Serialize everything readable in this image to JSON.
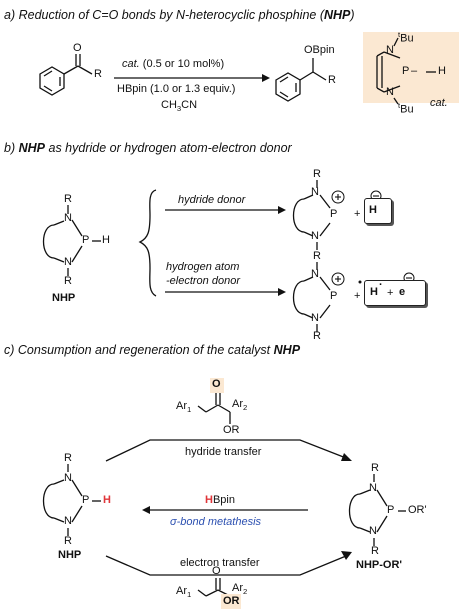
{
  "section_a": {
    "label": "a)",
    "title_pre": "Reduction of C=O bonds by N-heterocyclic phosphine (",
    "title_bold": "NHP",
    "title_post": ")",
    "catalyst_prefix": "cat.",
    "catalyst_loading": "(0.5 or 10 mol%)",
    "reagent": "HBpin (1.0 or 1.3 equiv.)",
    "solvent_main": "CH",
    "solvent_sub": "3",
    "solvent_tail": "CN",
    "ketone_o": "O",
    "ketone_r": "R",
    "product_obpin": "OBpin",
    "product_r": "R",
    "cat_tbu_top": "Bu",
    "cat_tbu_bottom": "Bu",
    "cat_tbu_sup": "t",
    "cat_n": "N",
    "cat_p": "P",
    "cat_h": "H",
    "cat_label": "cat."
  },
  "section_b": {
    "label": "b)",
    "title_bold": "NHP",
    "title_post": "as hydride or hydrogen atom-electron donor",
    "hydride_donor": "hydride donor",
    "ha_donor_line1": "hydrogen atom",
    "ha_donor_line2": "-electron donor",
    "nhp_label": "NHP",
    "plus": "+",
    "h_minus": "H",
    "h_dot": "H",
    "e_minus": "e",
    "r": "R",
    "n": "N",
    "p": "P",
    "h": "H"
  },
  "section_c": {
    "label": "c)",
    "title_pre": "Consumption and regeneration of the catalyst",
    "title_bold": "NHP",
    "hydride_transfer": "hydride transfer",
    "hbpin_h": "H",
    "hbpin_rest": "Bpin",
    "sigma_bond": "σ-bond metathesis",
    "electron_transfer": "electron transfer",
    "nhp_label": "NHP",
    "nhp_or_label": "NHP-OR'",
    "or_prime": "OR'",
    "ar1": "Ar",
    "ar2": "Ar",
    "sub1": "1",
    "sub2": "2",
    "o": "O",
    "or": "OR",
    "r": "R",
    "n": "N",
    "p": "P",
    "h": "H"
  }
}
